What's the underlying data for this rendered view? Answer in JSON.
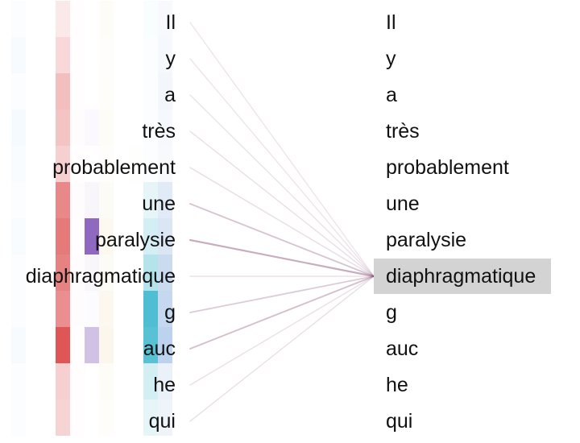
{
  "tokens": [
    "Il",
    "y",
    "a",
    "très",
    "probablement",
    "une",
    "paralysie",
    "diaphragmatique",
    "g",
    "auc",
    "he",
    "qui"
  ],
  "selected_index": 7,
  "attention_to_selected": [
    0.06,
    0.06,
    0.07,
    0.08,
    0.09,
    0.22,
    0.33,
    0.08,
    0.18,
    0.24,
    0.08,
    0.08
  ],
  "head_colors": [
    "#3fa0e6",
    "#d62728",
    "#e6a0c8",
    "#7b4fb5",
    "#e8c87a",
    "#c8d86a",
    "#2ab0c8",
    "#5a8fd0"
  ],
  "head_weights": [
    [
      0.02,
      0.1,
      0.02,
      0.0,
      0.06,
      0.0,
      0.03,
      0.05
    ],
    [
      0.04,
      0.18,
      0.02,
      0.0,
      0.03,
      0.0,
      0.02,
      0.06
    ],
    [
      0.02,
      0.3,
      0.02,
      0.0,
      0.04,
      0.0,
      0.02,
      0.07
    ],
    [
      0.05,
      0.28,
      0.03,
      0.03,
      0.06,
      0.0,
      0.02,
      0.06
    ],
    [
      0.03,
      0.22,
      0.02,
      0.0,
      0.03,
      0.02,
      0.02,
      0.05
    ],
    [
      0.02,
      0.55,
      0.03,
      0.05,
      0.08,
      0.0,
      0.12,
      0.18
    ],
    [
      0.03,
      0.62,
      0.02,
      0.85,
      0.1,
      0.0,
      0.2,
      0.22
    ],
    [
      0.02,
      0.58,
      0.03,
      0.05,
      0.08,
      0.0,
      0.35,
      0.32
    ],
    [
      0.02,
      0.52,
      0.03,
      0.02,
      0.12,
      0.0,
      0.82,
      0.35
    ],
    [
      0.04,
      0.78,
      0.02,
      0.35,
      0.14,
      0.0,
      0.78,
      0.4
    ],
    [
      0.02,
      0.22,
      0.02,
      0.0,
      0.06,
      0.0,
      0.2,
      0.12
    ],
    [
      0.02,
      0.2,
      0.02,
      0.0,
      0.04,
      0.0,
      0.12,
      0.1
    ]
  ]
}
